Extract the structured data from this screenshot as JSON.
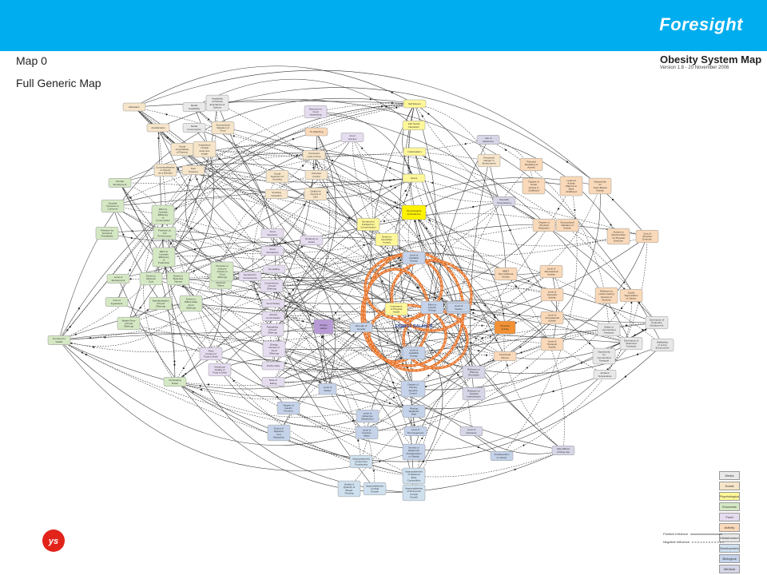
{
  "header": {
    "brand": "Foresight",
    "accent_color": "#00aeef"
  },
  "map": {
    "title": "Map 0",
    "subtitle": "Full Generic Map",
    "system_title": "Obesity System Map",
    "version": "Version 1.8 - 20 November 2006"
  },
  "colors": {
    "media": "#e9e9e9",
    "social": "#f6e5c9",
    "psychological": "#fff799",
    "economic": "#d5e8c4",
    "food": "#e6dcf0",
    "activity": "#f9d9b9",
    "infrastructure": "#e8e8e8",
    "developmental": "#cfe0ef",
    "biological": "#c5d3ea",
    "medical": "#d6d6e8",
    "loop": "#e8742a"
  },
  "diagram": {
    "center_label": "ENERGY BALANCE",
    "nodes": [
      {
        "id": "education",
        "label": "Education",
        "cat": "social"
      },
      {
        "id": "media_avail",
        "label": "Media Availability",
        "cat": "media"
      },
      {
        "id": "passive_ent",
        "label": "Availability of Passive Entertainment Options",
        "cat": "media"
      },
      {
        "id": "media_cons",
        "label": "Media Consumption",
        "cat": "media"
      },
      {
        "id": "sociocultural",
        "label": "Sociocultural Valuation of Food",
        "cat": "social"
      },
      {
        "id": "acculturation",
        "label": "Acculturation",
        "cat": "social"
      },
      {
        "id": "social_accept",
        "label": "Social Acceptability of Fatness",
        "cat": "social"
      },
      {
        "id": "ideal_body",
        "label": "Importance of Ideal body size image",
        "cat": "social"
      },
      {
        "id": "conceptual",
        "label": "Conceptualisation of Obesity as a Disease",
        "cat": "social"
      },
      {
        "id": "peer",
        "label": "Peer Pressure",
        "cat": "social"
      },
      {
        "id": "exposure_adv",
        "label": "Exposure to Food Advertising",
        "cat": "food"
      },
      {
        "id": "tv_watching",
        "label": "TV Watching",
        "cat": "activity"
      },
      {
        "id": "lack_time",
        "label": "Perceived Lack of Time",
        "cat": "social"
      },
      {
        "id": "self_esteem",
        "label": "Self Esteem",
        "cat": "psychological"
      },
      {
        "id": "f2f",
        "label": "F2F Social Interaction",
        "cat": "psychological"
      },
      {
        "id": "food_literacy",
        "label": "Food Literacy",
        "cat": "food"
      },
      {
        "id": "individualism",
        "label": "Individualism",
        "cat": "psychological"
      },
      {
        "id": "use_medicines",
        "label": "Use of Medicines",
        "cat": "medical"
      },
      {
        "id": "perceived_danger",
        "label": "Perceived Danger in Environment",
        "cat": "social"
      },
      {
        "id": "social_rejection",
        "label": "Social Rejection of Smoking",
        "cat": "social"
      },
      {
        "id": "parental_control",
        "label": "Parental Control",
        "cat": "social"
      },
      {
        "id": "smoking",
        "label": "Smoking Cessation",
        "cat": "social"
      },
      {
        "id": "children_control",
        "label": "Children's Control of Diet",
        "cat": "social"
      },
      {
        "id": "stress",
        "label": "Stress",
        "cat": "psychological"
      },
      {
        "id": "psych_ambivalence",
        "label": "Psychological Ambivalence",
        "cat": "psychological"
      },
      {
        "id": "female_employment",
        "label": "Female Employment",
        "cat": "economic"
      },
      {
        "id": "societal_pressure",
        "label": "Societal Pressure to Consume",
        "cat": "economic"
      },
      {
        "id": "efficiency_consumption",
        "label": "Effort to Increase Efficiency of Consumption",
        "cat": "economic"
      },
      {
        "id": "pressure_growth",
        "label": "Pressure for Growth & Profitability",
        "cat": "economic"
      },
      {
        "id": "pressure_job",
        "label": "Pressure on Job Performance",
        "cat": "economic"
      },
      {
        "id": "efforts_production",
        "label": "Effort to Increase Efficiency of Production",
        "cat": "economic"
      },
      {
        "id": "level_employment",
        "label": "Level of Employment",
        "cat": "economic"
      },
      {
        "id": "desire_minimise",
        "label": "Desire to Minimise Cost",
        "cat": "economic"
      },
      {
        "id": "desire_max_volume",
        "label": "Desire to Maximise Volume",
        "cat": "economic"
      },
      {
        "id": "cost_ingredients",
        "label": "Cost of Ingredients",
        "cat": "economic"
      },
      {
        "id": "standardisation",
        "label": "Standardisation of Food Offerings",
        "cat": "economic"
      },
      {
        "id": "desire_differentiate",
        "label": "Desire to Differentiate Food Offerings",
        "cat": "economic"
      },
      {
        "id": "market_price",
        "label": "Market Price of Food Offerings",
        "cat": "economic"
      },
      {
        "id": "demand_health",
        "label": "Demand for Health",
        "cat": "economic"
      },
      {
        "id": "purchasing_power",
        "label": "Purchasing Power",
        "cat": "economic"
      },
      {
        "id": "food_exposure",
        "label": "Food Exposure",
        "cat": "food"
      },
      {
        "id": "food_abundance",
        "label": "Food Abundance",
        "cat": "food"
      },
      {
        "id": "tendency_graze",
        "label": "Tendency to Graze",
        "cat": "food"
      },
      {
        "id": "de_skilling",
        "label": "De-skilling",
        "cat": "food"
      },
      {
        "id": "demand_convenience",
        "label": "Demand for Convenience",
        "cat": "food"
      },
      {
        "id": "convenience_food",
        "label": "Convenience of Food Offerings",
        "cat": "food"
      },
      {
        "id": "food_variety",
        "label": "Food Variety",
        "cat": "food"
      },
      {
        "id": "alcohol",
        "label": "Alcohol Consumption",
        "cat": "food"
      },
      {
        "id": "dietary_habits",
        "label": "Dietary Habits",
        "cat": "food"
      },
      {
        "id": "palatability",
        "label": "Palatability of Food Offerings",
        "cat": "food"
      },
      {
        "id": "energy_density",
        "label": "Energy Density of Food Offerings",
        "cat": "food"
      },
      {
        "id": "fibre",
        "label": "Fibre Content of Food & Drink",
        "cat": "food"
      },
      {
        "id": "nutritional_quality",
        "label": "Nutritional Quality of Food & Drink",
        "cat": "food"
      },
      {
        "id": "portion",
        "label": "Portion Size",
        "cat": "food"
      },
      {
        "id": "rate_eating",
        "label": "Rate of Eating",
        "cat": "food"
      },
      {
        "id": "strength_lipostat",
        "label": "Strength of Lipostat",
        "cat": "biological"
      },
      {
        "id": "physical_health",
        "label": "Importance of Physical Health",
        "cat": "psychological"
      },
      {
        "id": "effort_acquire",
        "label": "Effort to Acquire Energy",
        "cat": "biological"
      },
      {
        "id": "tendency_preserve",
        "label": "Tendency to Preserve Energy",
        "cat": "biological"
      },
      {
        "id": "level_satiety",
        "label": "Level of Satiety",
        "cat": "biological"
      },
      {
        "id": "accumulated_energy",
        "label": "Level of Available Energy",
        "cat": "biological"
      },
      {
        "id": "energy_expenditure",
        "label": "Degree of Primary Appetite Control",
        "cat": "biological"
      },
      {
        "id": "physical_activity",
        "label": "Physical Activity",
        "cat": "activity"
      },
      {
        "id": "functional_fitness",
        "label": "Functional Fitness",
        "cat": "activity"
      },
      {
        "id": "parental_modelling",
        "label": "Parental Modelling of Activity",
        "cat": "activity"
      },
      {
        "id": "degree_innate",
        "label": "Degree of Innate Activity in Childhood",
        "cat": "activity"
      },
      {
        "id": "learned_activity",
        "label": "Learned Activity Patterns in Early Childhood",
        "cat": "activity"
      },
      {
        "id": "opportunity_team",
        "label": "Opportunity for Team-Based Activity",
        "cat": "activity"
      },
      {
        "id": "scientific",
        "label": "Scientific Inconsistency",
        "cat": "medical"
      },
      {
        "id": "degree_phys_ed",
        "label": "Degree of Physical Education",
        "cat": "activity"
      },
      {
        "id": "sociocultural_activity",
        "label": "Sociocultural Valuation of Activity",
        "cat": "activity"
      },
      {
        "id": "access_opportunities",
        "label": "Access to Opportunities for Physical Exercise",
        "cat": "activity"
      },
      {
        "id": "cost_exercise",
        "label": "Cost of Physical Exercise",
        "cat": "activity"
      },
      {
        "id": "nmet",
        "label": "NMET Non-Volitional Activity",
        "cat": "activity"
      },
      {
        "id": "recreational",
        "label": "Level of Recreational Activity",
        "cat": "activity"
      },
      {
        "id": "reliance_labour",
        "label": "Reliance on Labour-saving Devices & Services",
        "cat": "activity"
      },
      {
        "id": "social_depreciation",
        "label": "Social Depreciation of Labour",
        "cat": "activity"
      },
      {
        "id": "domestic_activity",
        "label": "Level of Domestic Activity",
        "cat": "activity"
      },
      {
        "id": "occupational",
        "label": "Level of Occupational Activity",
        "cat": "activity"
      },
      {
        "id": "transport_activity",
        "label": "Level of Transport Activity",
        "cat": "activity"
      },
      {
        "id": "safety",
        "label": "Safety of Unmotorised Transport",
        "cat": "infrastructure"
      },
      {
        "id": "dominance_motor",
        "label": "Dominance of Motorised Transport",
        "cat": "infrastructure"
      },
      {
        "id": "sedentary",
        "label": "Dominance of Sedentary Employment",
        "cat": "infrastructure"
      },
      {
        "id": "walkability",
        "label": "Walkability of Living Environment",
        "cat": "infrastructure"
      },
      {
        "id": "opportunity_unmotor",
        "label": "Opportunity for Unmotorised Transport",
        "cat": "infrastructure"
      },
      {
        "id": "ambient",
        "label": "Ambient Temperature",
        "cat": "infrastructure"
      },
      {
        "id": "reliance_remedies",
        "label": "Reliance on Pharma Remedies",
        "cat": "medical"
      },
      {
        "id": "reliance_surgical",
        "label": "Reliance on Surgical Interventions",
        "cat": "medical"
      },
      {
        "id": "level_satiety2",
        "label": "Level of Satiety",
        "cat": "biological"
      },
      {
        "id": "degree_gastric",
        "label": "Degree of Gastric Ferment",
        "cat": "biological"
      },
      {
        "id": "resting_metabolic",
        "label": "Resting Metabolic Rate",
        "cat": "biological"
      },
      {
        "id": "adipocyte",
        "label": "Level of Adipocyte Metabolism",
        "cat": "biological"
      },
      {
        "id": "fat_free",
        "label": "Level of Fat-Free Mass",
        "cat": "biological"
      },
      {
        "id": "thermogenesis",
        "label": "Level of Thermogenesis",
        "cat": "biological"
      },
      {
        "id": "infections",
        "label": "Level of Infections",
        "cat": "medical"
      },
      {
        "id": "extent_digestion",
        "label": "Extent of Digestion and Absorption",
        "cat": "biological"
      },
      {
        "id": "genetic",
        "label": "Genetic or Epigenetic Predisposition to Obesity",
        "cat": "biological"
      },
      {
        "id": "predisposition_activity",
        "label": "Predisposition to Activity",
        "cat": "biological"
      },
      {
        "id": "side_effects",
        "label": "Side Effects of Drug Use",
        "cat": "medical"
      },
      {
        "id": "appropriateness_hormone",
        "label": "Appropriateness of Hormone Functioning",
        "cat": "developmental"
      },
      {
        "id": "appropriateness_maternal",
        "label": "Appropriateness of Maternal Body Composition",
        "cat": "developmental"
      },
      {
        "id": "quality_breast",
        "label": "Quality & Quantity of Breast Feeding",
        "cat": "developmental"
      },
      {
        "id": "appropriateness_child",
        "label": "Appropriateness of Child Growth",
        "cat": "developmental"
      },
      {
        "id": "appropriateness_embryo",
        "label": "Appropriateness of Embryonic & Fetal Growth",
        "cat": "developmental"
      },
      {
        "id": "demand_indulgence",
        "label": "Demand for Indulgence / Compensation",
        "cat": "psychological"
      },
      {
        "id": "desire_neutralise",
        "label": "Desire to Neutralise Anxiety",
        "cat": "psychological"
      },
      {
        "id": "level_satiety_main",
        "label": "Level of Satiety",
        "cat": "biological"
      },
      {
        "id": "pressure_cater",
        "label": "Pressure to Cater for Acquired Tastes",
        "cat": "economic"
      },
      {
        "id": "pressure_improve",
        "label": "Pressure to Improve Access to Food Offerings",
        "cat": "economic"
      },
      {
        "id": "level_available",
        "label": "Level of Available Energy",
        "cat": "biological"
      }
    ]
  },
  "legend": {
    "items": [
      {
        "label": "Media",
        "color": "#e9e9e9"
      },
      {
        "label": "Social",
        "color": "#f6e5c9"
      },
      {
        "label": "Psychological",
        "color": "#fff799"
      },
      {
        "label": "Economic",
        "color": "#d5e8c4"
      },
      {
        "label": "Food",
        "color": "#e6dcf0"
      },
      {
        "label": "Activity",
        "color": "#f9d9b9"
      },
      {
        "label": "Infrastructure",
        "color": "#e8e8e8"
      },
      {
        "label": "Developmental",
        "color": "#cfe0ef"
      },
      {
        "label": "Biological",
        "color": "#c5d3ea"
      },
      {
        "label": "Medical",
        "color": "#d6d6e8"
      }
    ],
    "positive": "Positive Influence",
    "negative": "Negative Influence"
  }
}
